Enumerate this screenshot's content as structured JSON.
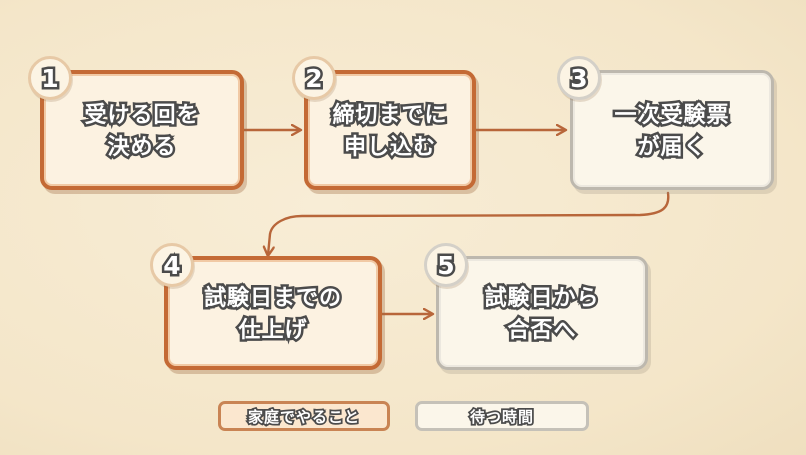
{
  "steps": [
    {
      "number": "1",
      "lines": [
        "受ける回を",
        "決める"
      ],
      "kind": "home"
    },
    {
      "number": "2",
      "lines": [
        "締切までに",
        "申し込む"
      ],
      "kind": "home"
    },
    {
      "number": "3",
      "lines": [
        "一次受験票",
        "が届く"
      ],
      "kind": "wait"
    },
    {
      "number": "4",
      "lines": [
        "試験日までの",
        "仕上げ"
      ],
      "kind": "home"
    },
    {
      "number": "5",
      "lines": [
        "試験日から",
        "合否へ"
      ],
      "kind": "wait"
    }
  ],
  "legend": {
    "home_label": "家庭でやること",
    "wait_label": "待つ時間"
  },
  "colors": {
    "home_border": "#c46a35",
    "wait_border": "#bdb8ae",
    "arrow": "#b8663a",
    "background": "#f5e8cd"
  }
}
